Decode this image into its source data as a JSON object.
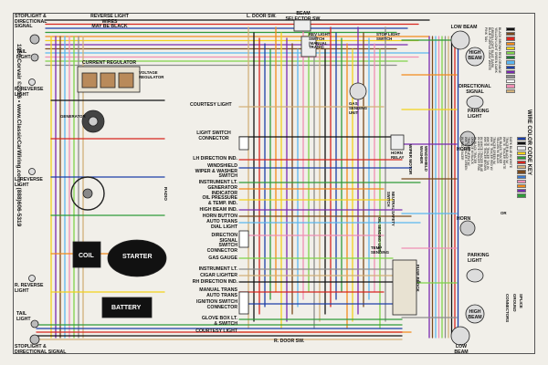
{
  "diagram": {
    "title": "1960 Corvair",
    "copyright": "©2016",
    "website": "www.ClassicCarWiring.com",
    "phone": "(888)606-5319",
    "key_title": "WIRE COLOR CODE KEY",
    "labels": {
      "stoplight_top": "STOPLIGHT &\nDIRECTIONAL\nSIGNAL",
      "stoplight_bottom": "STOPLIGHT &\nDIRECTIONAL SIGNAL",
      "tail_top": "TAIL\nLIGHT",
      "tail_bottom": "TAIL\nLIGHT",
      "reverse_top": "R. REVERSE\nLIGHT",
      "reverse_mid": "L. REVERSE\nLIGHT",
      "reverse_bottom": "R. REVERSE\nLIGHT",
      "reverse_wires": "REVERSE LIGHT WIRES\nMAY BE BLACK",
      "current_regulator": "CURRENT REGULATOR",
      "voltage_regulator": "VOLTAGE\nREGULATOR",
      "generator": "GENERATOR",
      "coil": "COIL",
      "starter": "STARTER",
      "battery": "BATTERY",
      "door_sw_top": "L. DOOR SW.",
      "door_sw_bottom": "R. DOOR SW.",
      "beam_selector": "BEAM\nSELECTOR SW.",
      "rev_light_switch": "REV LIGHT\nSWITCH\n(MANUAL\nTRANS)",
      "stop_light_switch": "STOP LIGHT\nSWITCH",
      "gas_sending": "GAS\nSENDING\nUNIT",
      "horn_relay": "HORN\nRELAY",
      "wiper_motor": "WIPER MOTOR",
      "windshield_washer": "WINDSHIELD\nWASHER",
      "neutral_safety": "NEUTRAL SAFETY\nSWITCH",
      "oil_sending": "OIL SENDING\nUNIT",
      "temp_sending": "TEMP\nSENDING",
      "fuse_block": "FUSE BLOCK",
      "low_beam_top": "LOW BEAM",
      "high_beam_top": "HIGH\nBEAM",
      "directional_signal": "DIRECTIONAL\nSIGNAL",
      "parking_light_top": "PARKING\nLIGHT",
      "horn_top": "HORN",
      "horn_bottom": "HORN",
      "parking_light_bottom": "PARKING\nLIGHT",
      "high_beam_bottom": "HIGH\nBEAM",
      "low_beam_bottom": "LOW\nBEAM",
      "courtesy_light_top": "COURTESY LIGHT",
      "courtesy_light_bottom": "COURTESY LIGHT",
      "light_switch": "LIGHT SWITCH\nCONNECTOR",
      "lh_direction": "LH DIRECTION IND.",
      "windshield_wiper_switch": "WINDSHIELD\nWIPER & WASHER\nSWITCH",
      "instrument_lt_top": "INSTRUMENT LT.",
      "generator_indicator": "GENERATOR\nINDICATOR",
      "oil_pressure": "OIL PRESSURE\n& TEMP. IND.",
      "high_beam_ind": "HIGH BEAM IND.",
      "horn_button": "HORN BUTTON",
      "auto_trans_dial": "AUTO TRANS\nDIAL LIGHT",
      "direction_signal_switch": "DIRECTION\nSIGNAL\nSWITCH\nCONNECTOR",
      "gas_gauge": "GAS GAUGE",
      "instrument_lt_bottom": "INSTRUMENT LT.",
      "cigar_lighter": "CIGAR LIGHTER",
      "rh_direction": "RH DIRECTION IND.",
      "manual_auto": "MANUAL TRANS\nAUTO TRANS",
      "ignition_switch": "IGNITION SWITCH\nCONNECTOR",
      "glove_box": "GLOVE BOX LT.\n& SWITCH",
      "radio": "RADIO",
      "splice": "SPLICE",
      "ground": "GROUND",
      "connectors": "CONNECTORS",
      "key_note": "OR"
    },
    "key_left": [
      {
        "name": "BLACK",
        "color": "#111111"
      },
      {
        "name": "BROWN",
        "color": "#7a4a1e"
      },
      {
        "name": "RED",
        "color": "#d8261f"
      },
      {
        "name": "ORANGE",
        "color": "#f28a1c"
      },
      {
        "name": "YELLOW",
        "color": "#f2d21c"
      },
      {
        "name": "LIGHT GREEN",
        "color": "#7fd34a"
      },
      {
        "name": "DARK GREEN",
        "color": "#1f7a34"
      },
      {
        "name": "LIGHT BLUE",
        "color": "#5bb6f0"
      },
      {
        "name": "DARK BLUE",
        "color": "#1c3fa8"
      },
      {
        "name": "PURPLE",
        "color": "#7a2ab0"
      },
      {
        "name": "GRAY",
        "color": "#8c8c8c"
      },
      {
        "name": "WHITE",
        "color": "#ffffff"
      },
      {
        "name": "PINK",
        "color": "#f08fb4"
      },
      {
        "name": "TAN",
        "color": "#d2b07a"
      }
    ],
    "key_right": [
      {
        "name": "DARK BLUE W/ WHITE TRACER",
        "color": "#1c3fa8"
      },
      {
        "name": "BLACK W/ WHITE TRACER",
        "color": "#111111"
      },
      {
        "name": "WHITE W/ BLACK TRACER",
        "color": "#e9e9e9"
      },
      {
        "name": "YELLOW W/ BLACK TRACER",
        "color": "#f2d21c"
      },
      {
        "name": "GREEN W/ WHITE TRACER",
        "color": "#2f9a3a"
      },
      {
        "name": "RED W/ WHITE TRACER",
        "color": "#d8261f"
      },
      {
        "name": "TAN W/ WHITE TRACER",
        "color": "#d2b07a"
      },
      {
        "name": "BROWN W/ WHITE TRACER",
        "color": "#7a4a1e"
      },
      {
        "name": "BLUE W/ WHITE TRACER",
        "color": "#3a7ad0"
      },
      {
        "name": "PINK W/ BLACK TRACER",
        "color": "#f08fb4"
      },
      {
        "name": "ORANGE W/ BLACK TRACER",
        "color": "#f28a1c"
      },
      {
        "name": "PURPLE W/ WHITE TRACER",
        "color": "#7a2ab0"
      },
      {
        "name": "GREEN W/ RED TRACER",
        "color": "#2f9a3a"
      }
    ],
    "wire_colors": [
      "#111111",
      "#d8261f",
      "#1c3fa8",
      "#2f9a3a",
      "#f28a1c",
      "#f2d21c",
      "#7a2ab0",
      "#7a4a1e",
      "#5bb6f0",
      "#f08fb4",
      "#7fd34a",
      "#8c8c8c",
      "#d2b07a"
    ]
  }
}
